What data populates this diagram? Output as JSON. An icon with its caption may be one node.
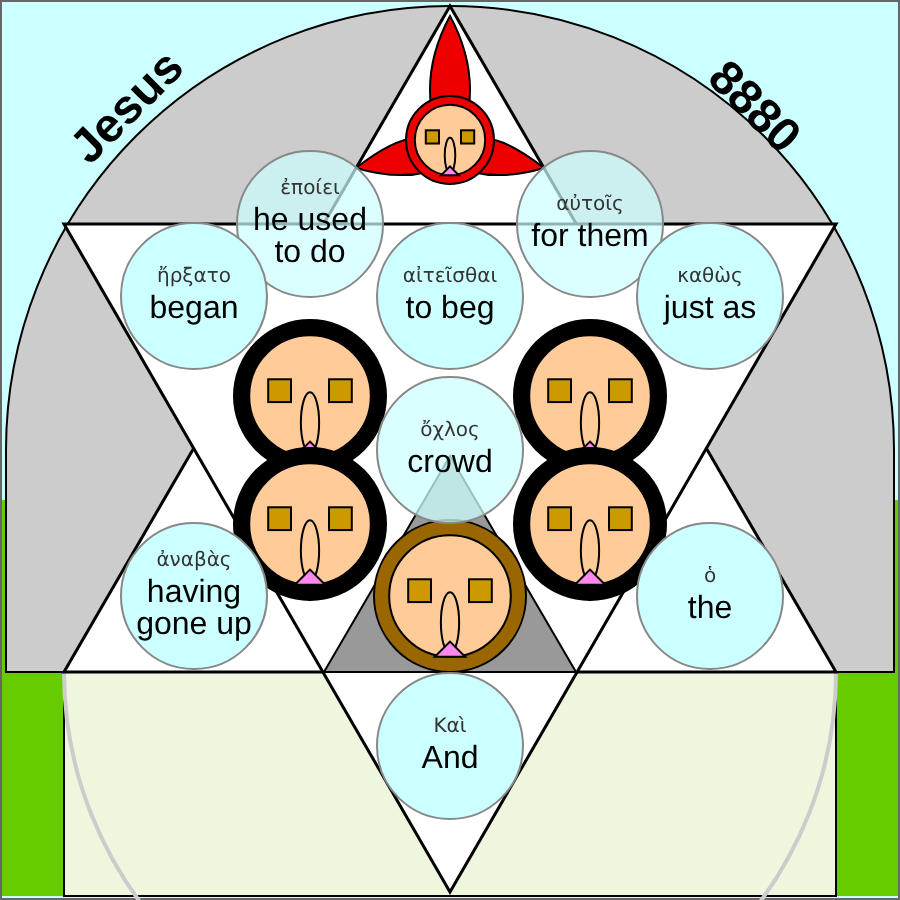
{
  "diagram": {
    "nodes": [
      {
        "text": [
          "ἐποίει",
          "he used to do"
        ]
      },
      {
        "text": [
          "αὐτοῖς",
          "for them"
        ]
      },
      {
        "text": [
          "ἤρξατο",
          "began"
        ]
      },
      {
        "text": [
          "αἰτεῖσθαι",
          "to beg"
        ]
      },
      {
        "text": [
          "καθὼς",
          "just as"
        ]
      },
      {
        "text": [
          "ὄχλος",
          "crowd"
        ]
      },
      {
        "text": [
          "ἀναβὰς",
          "having gone up"
        ]
      },
      {
        "text": [
          "ὁ",
          "the"
        ]
      },
      {
        "text": [
          "Καὶ",
          "And"
        ]
      }
    ],
    "labels": [
      "Jesus",
      "8880"
    ]
  }
}
